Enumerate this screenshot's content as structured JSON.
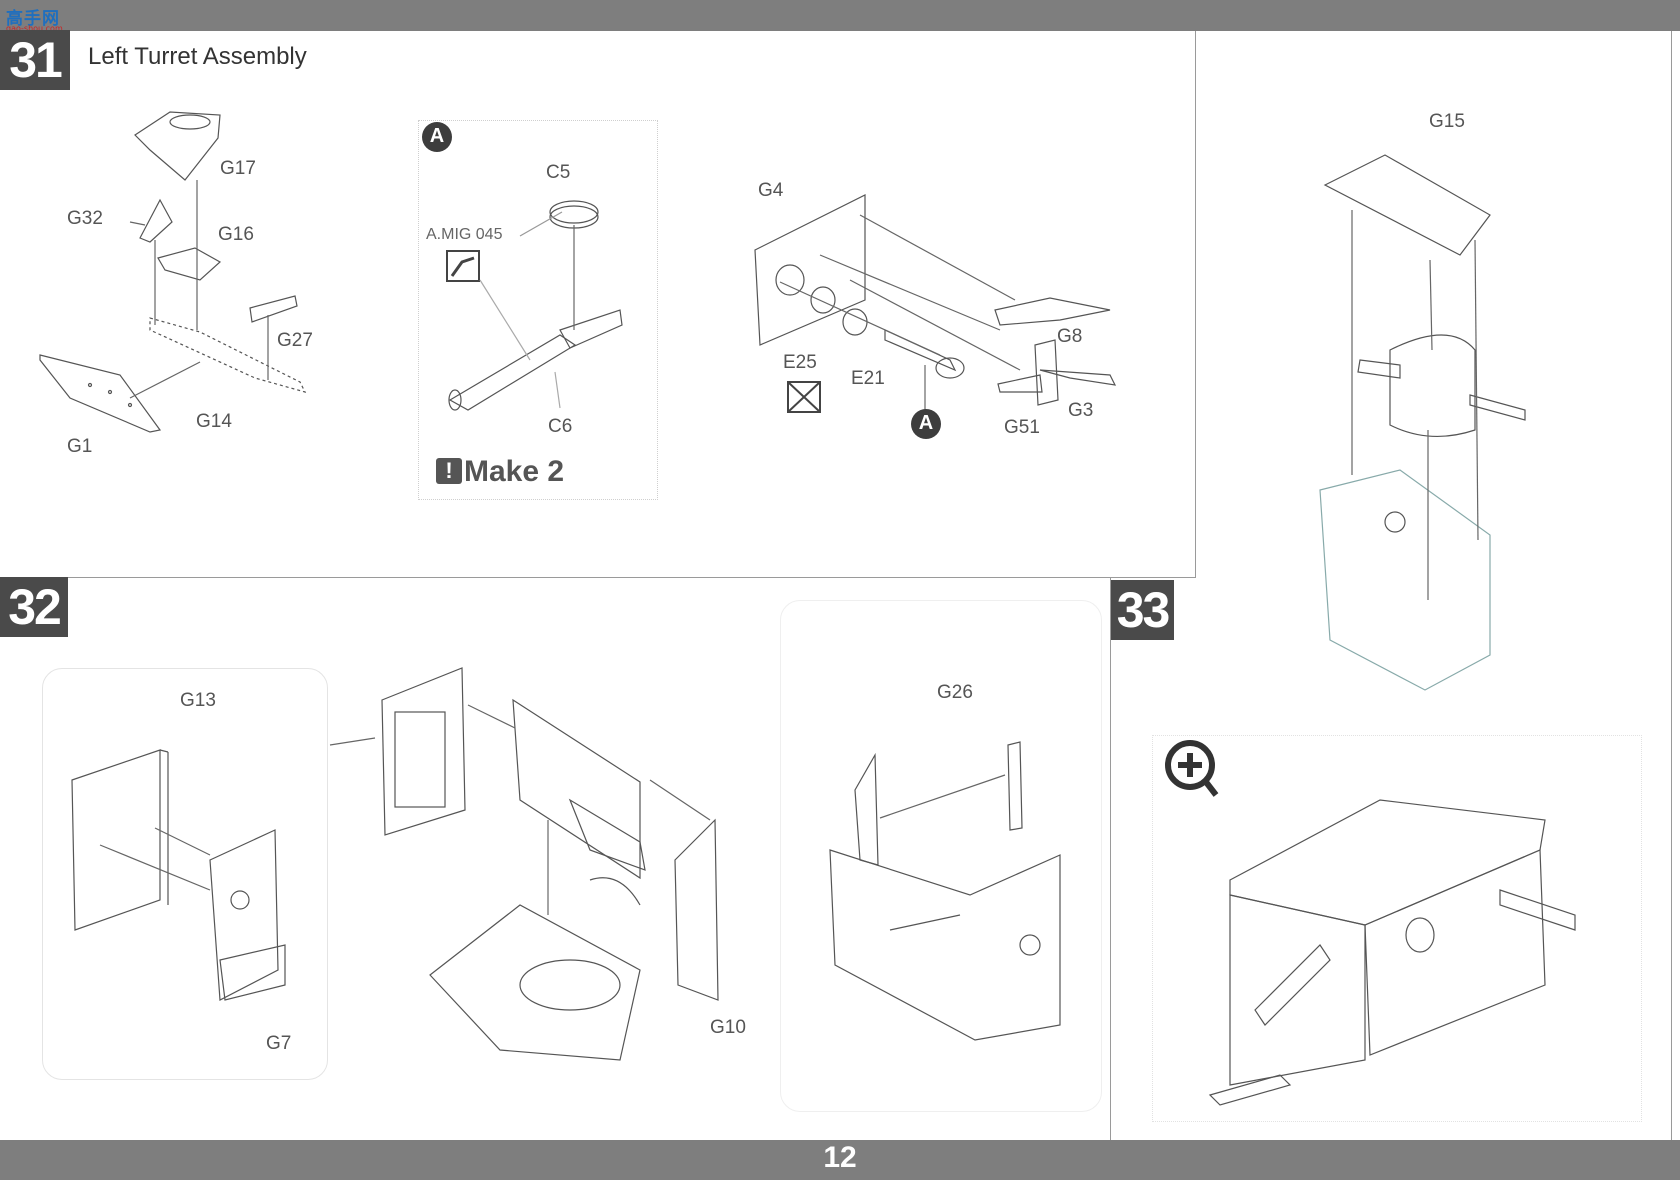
{
  "header": {
    "logo_text": "高手网",
    "logo_sub": "gao-shou.com"
  },
  "steps": {
    "s31": {
      "number": "31",
      "title": "Left Turret Assembly"
    },
    "s32": {
      "number": "32"
    },
    "s33": {
      "number": "33"
    }
  },
  "step31_labels": {
    "g17": "G17",
    "g32": "G32",
    "g16": "G16",
    "g27": "G27",
    "g14": "G14",
    "g1": "G1",
    "callout_a": "A",
    "c5": "C5",
    "paint": "A.MIG 045",
    "c6": "C6",
    "make": "Make 2",
    "g4": "G4",
    "g8": "G8",
    "e25": "E25",
    "e21": "E21",
    "callout_a2": "A",
    "g51": "G51",
    "g3": "G3"
  },
  "step32_labels": {
    "g13": "G13",
    "g7": "G7",
    "g10": "G10",
    "g26": "G26"
  },
  "step33_labels": {
    "g15": "G15"
  },
  "footer": {
    "page_number": "12"
  }
}
